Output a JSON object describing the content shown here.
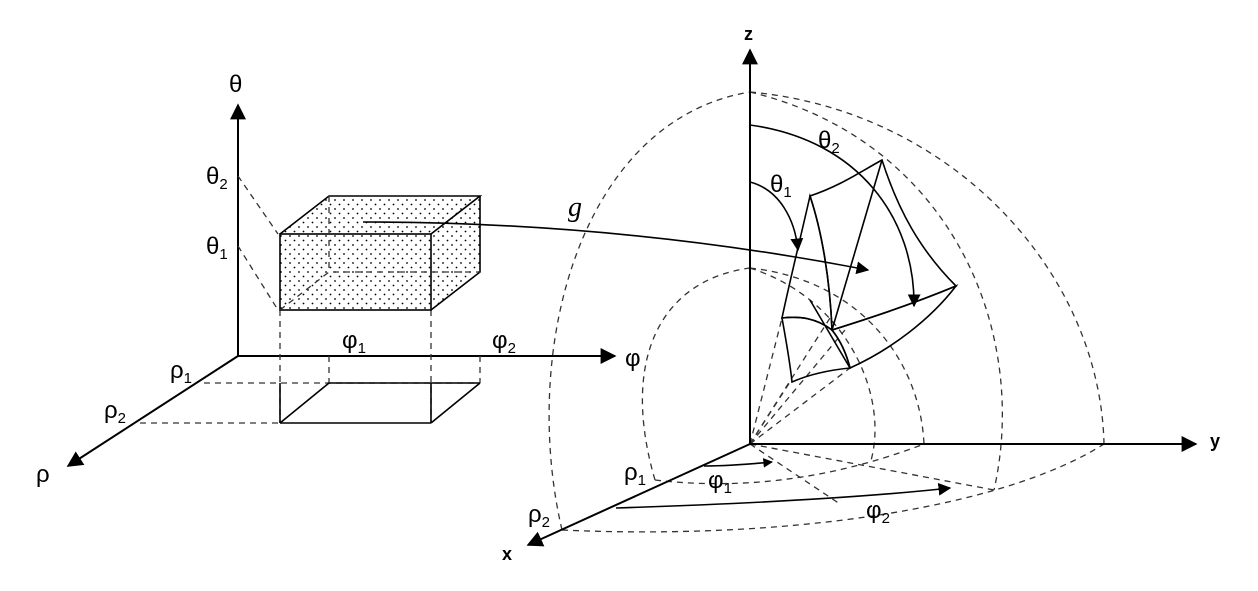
{
  "left": {
    "axis_theta": "θ",
    "axis_phi": "φ",
    "axis_rho": "ρ",
    "theta1": {
      "base": "θ",
      "sub": "1"
    },
    "theta2": {
      "base": "θ",
      "sub": "2"
    },
    "phi1": {
      "base": "φ",
      "sub": "1"
    },
    "phi2": {
      "base": "φ",
      "sub": "2"
    },
    "rho1": {
      "base": "ρ",
      "sub": "1"
    },
    "rho2": {
      "base": "ρ",
      "sub": "2"
    }
  },
  "mapping_label": "g",
  "right": {
    "axis_x": "x",
    "axis_y": "y",
    "axis_z": "z",
    "theta1": {
      "base": "θ",
      "sub": "1"
    },
    "theta2": {
      "base": "θ",
      "sub": "2"
    },
    "phi1": {
      "base": "φ",
      "sub": "1"
    },
    "phi2": {
      "base": "φ",
      "sub": "2"
    },
    "rho1": {
      "base": "ρ",
      "sub": "1"
    },
    "rho2": {
      "base": "ρ",
      "sub": "2"
    }
  }
}
